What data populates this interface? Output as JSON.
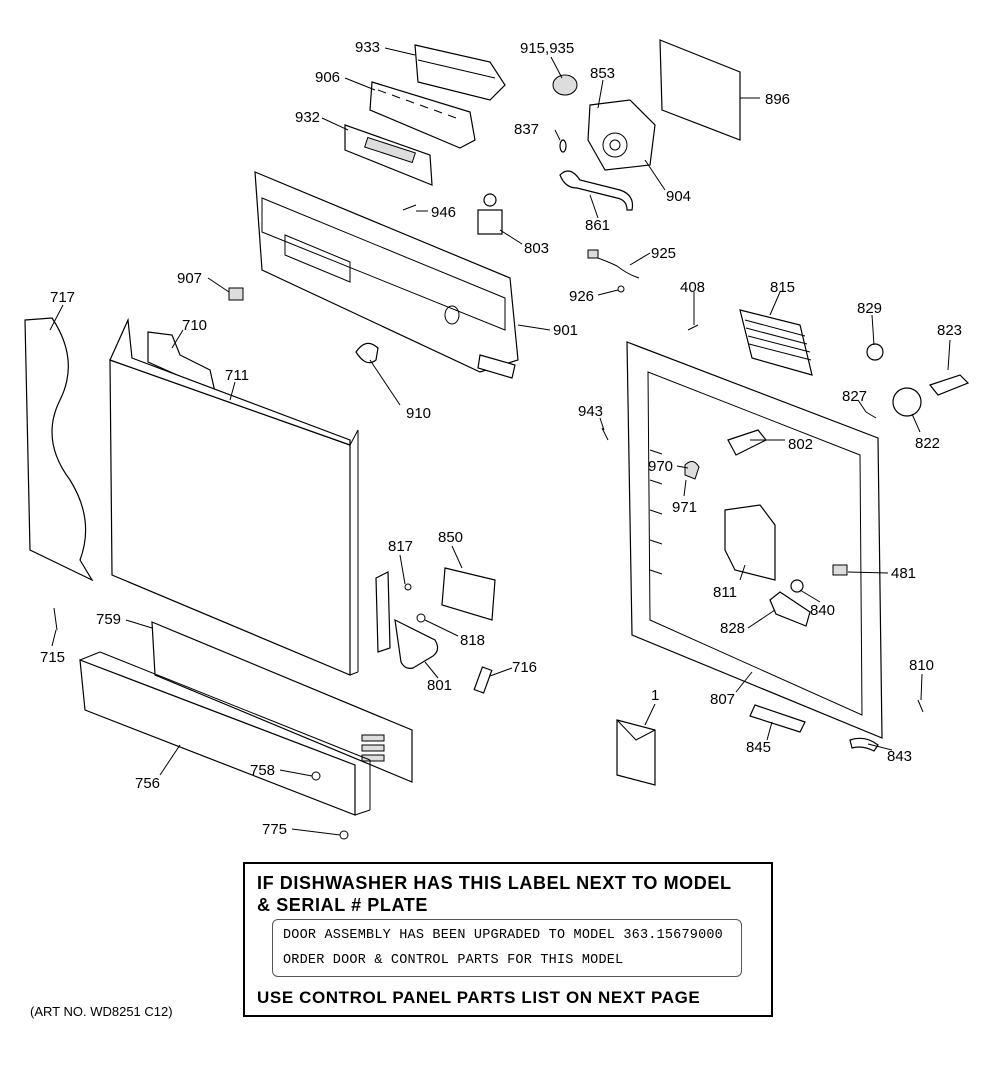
{
  "diagram": {
    "labels": [
      {
        "id": "933",
        "text": "933"
      },
      {
        "id": "906",
        "text": "906"
      },
      {
        "id": "932",
        "text": "932"
      },
      {
        "id": "915_935",
        "text": "915,935"
      },
      {
        "id": "853",
        "text": "853"
      },
      {
        "id": "896",
        "text": "896"
      },
      {
        "id": "837",
        "text": "837"
      },
      {
        "id": "904",
        "text": "904"
      },
      {
        "id": "861",
        "text": "861"
      },
      {
        "id": "946",
        "text": "946"
      },
      {
        "id": "803",
        "text": "803"
      },
      {
        "id": "925",
        "text": "925"
      },
      {
        "id": "926",
        "text": "926"
      },
      {
        "id": "907",
        "text": "907"
      },
      {
        "id": "717",
        "text": "717"
      },
      {
        "id": "710",
        "text": "710"
      },
      {
        "id": "711",
        "text": "711"
      },
      {
        "id": "901",
        "text": "901"
      },
      {
        "id": "910",
        "text": "910"
      },
      {
        "id": "408",
        "text": "408"
      },
      {
        "id": "815",
        "text": "815"
      },
      {
        "id": "829",
        "text": "829"
      },
      {
        "id": "823",
        "text": "823"
      },
      {
        "id": "827",
        "text": "827"
      },
      {
        "id": "822",
        "text": "822"
      },
      {
        "id": "943",
        "text": "943"
      },
      {
        "id": "802",
        "text": "802"
      },
      {
        "id": "970",
        "text": "970"
      },
      {
        "id": "971",
        "text": "971"
      },
      {
        "id": "817",
        "text": "817"
      },
      {
        "id": "850",
        "text": "850"
      },
      {
        "id": "481",
        "text": "481"
      },
      {
        "id": "811",
        "text": "811"
      },
      {
        "id": "840",
        "text": "840"
      },
      {
        "id": "828",
        "text": "828"
      },
      {
        "id": "818",
        "text": "818"
      },
      {
        "id": "715",
        "text": "715"
      },
      {
        "id": "759",
        "text": "759"
      },
      {
        "id": "716",
        "text": "716"
      },
      {
        "id": "801",
        "text": "801"
      },
      {
        "id": "810",
        "text": "810"
      },
      {
        "id": "807",
        "text": "807"
      },
      {
        "id": "1",
        "text": "1"
      },
      {
        "id": "845",
        "text": "845"
      },
      {
        "id": "843",
        "text": "843"
      },
      {
        "id": "756",
        "text": "756"
      },
      {
        "id": "758",
        "text": "758"
      },
      {
        "id": "775",
        "text": "775"
      }
    ]
  },
  "notice": {
    "title_line1": "IF DISHWASHER HAS THIS LABEL NEXT TO MODEL",
    "title_line2": "& SERIAL # PLATE",
    "label_line1": "DOOR ASSEMBLY  HAS BEEN  UPGRADED  TO MODEL  363.15679000",
    "label_line2": "ORDER DOOR &  CONTROL PARTS  FOR THIS  MODEL",
    "footer": "USE CONTROL PANEL PARTS LIST ON NEXT PAGE"
  },
  "art_number": "(ART NO. WD8251 C12)"
}
